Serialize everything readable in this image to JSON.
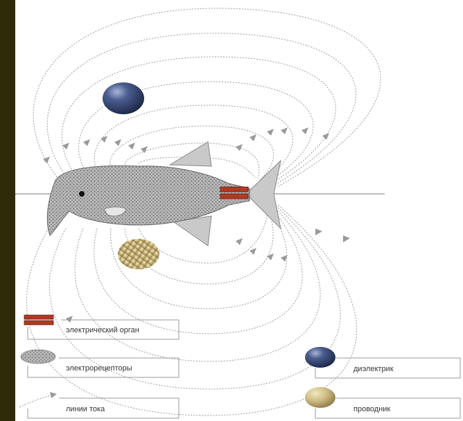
{
  "legend": {
    "electric_organ": "электрический орган",
    "electroreceptors": "электрорецепторы",
    "current_lines": "линии тока",
    "dielectric": "диэлектрик",
    "conductor": "проводник"
  },
  "colors": {
    "sidebar": "#2f2a08",
    "fish_body": "#b8b8b8",
    "fin": "#c9c9c9",
    "electric_organ": "#b03a22",
    "dielectric": "#2c3f6e",
    "conductor": "#cdbb82",
    "field_lines": "#9a9a9a"
  }
}
